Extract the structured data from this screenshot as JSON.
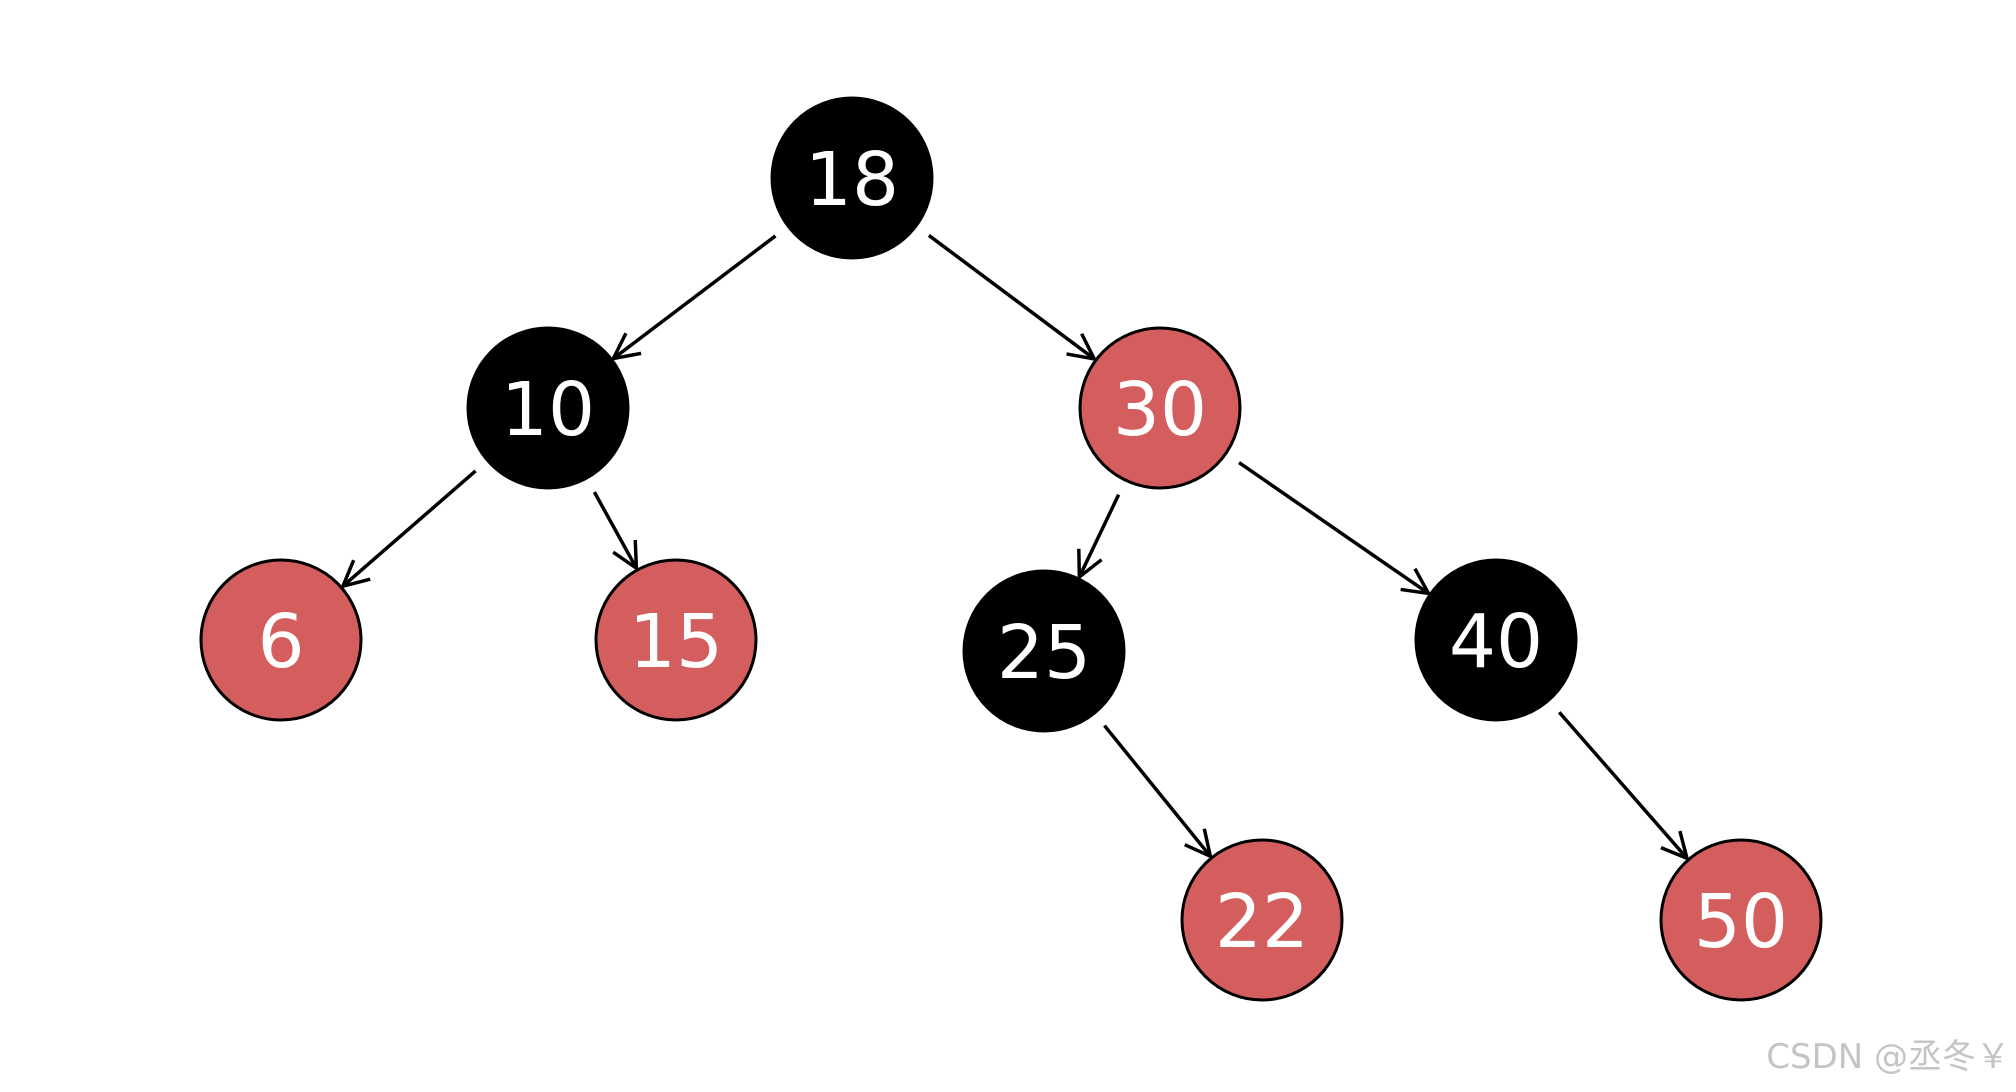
{
  "tree": {
    "colors": {
      "black": "#000000",
      "red": "#d45d5d",
      "label": "#ffffff",
      "stroke": "#000000"
    },
    "nodes": [
      {
        "id": "n18",
        "label": "18",
        "color": "black"
      },
      {
        "id": "n10",
        "label": "10",
        "color": "black"
      },
      {
        "id": "n30",
        "label": "30",
        "color": "red"
      },
      {
        "id": "n6",
        "label": "6",
        "color": "red"
      },
      {
        "id": "n15",
        "label": "15",
        "color": "red"
      },
      {
        "id": "n25",
        "label": "25",
        "color": "black"
      },
      {
        "id": "n40",
        "label": "40",
        "color": "black"
      },
      {
        "id": "n22",
        "label": "22",
        "color": "red"
      },
      {
        "id": "n50",
        "label": "50",
        "color": "red"
      }
    ],
    "edges": [
      {
        "from": "n18",
        "to": "n10"
      },
      {
        "from": "n18",
        "to": "n30"
      },
      {
        "from": "n10",
        "to": "n6"
      },
      {
        "from": "n10",
        "to": "n15"
      },
      {
        "from": "n30",
        "to": "n25"
      },
      {
        "from": "n30",
        "to": "n40"
      },
      {
        "from": "n25",
        "to": "n22"
      },
      {
        "from": "n40",
        "to": "n50"
      }
    ]
  },
  "watermark": "CSDN @丞冬￥"
}
